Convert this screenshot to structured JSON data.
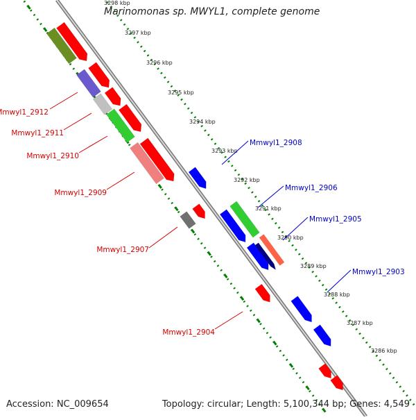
{
  "header": {
    "title": "Marinomonas sp. MWYL1, complete genome"
  },
  "footer": {
    "accession": "Accession: NC_009654",
    "summary": "Topology: circular; Length: 5,100,344 bp; Genes: 4,549"
  },
  "ticks": [
    "3298 kbp",
    "3297 kbp",
    "3296 kbp",
    "3295 kbp",
    "3294 kbp",
    "3293 kbp",
    "3292 kbp",
    "3291 kbp",
    "3290 kbp",
    "3289 kbp",
    "3288 kbp",
    "3287 kbp",
    "3286 kbp"
  ],
  "gene_labels": {
    "forward": [
      "Mmwyl1_2912",
      "Mmwyl1_2911",
      "Mmwyl1_2910",
      "Mmwyl1_2909",
      "Mmwyl1_2907",
      "Mmwyl1_2904"
    ],
    "reverse": [
      "Mmwyl1_2908",
      "Mmwyl1_2906",
      "Mmwyl1_2905",
      "Mmwyl1_2903"
    ]
  },
  "colors": {
    "forward_cds": "#ff0000",
    "reverse_cds": "#0000ff",
    "forward_label": "#d40000",
    "reverse_label": "#0000cc",
    "backbone": "#909090",
    "tick_ring": "#008000",
    "cog_olive": "#6b8e23",
    "cog_slate": "#6a5acd",
    "cog_silver": "#c0c0c0",
    "cog_green": "#32cd32",
    "cog_salmon": "#f08080",
    "cog_gray": "#707070",
    "cog_coral": "#ff6347"
  }
}
